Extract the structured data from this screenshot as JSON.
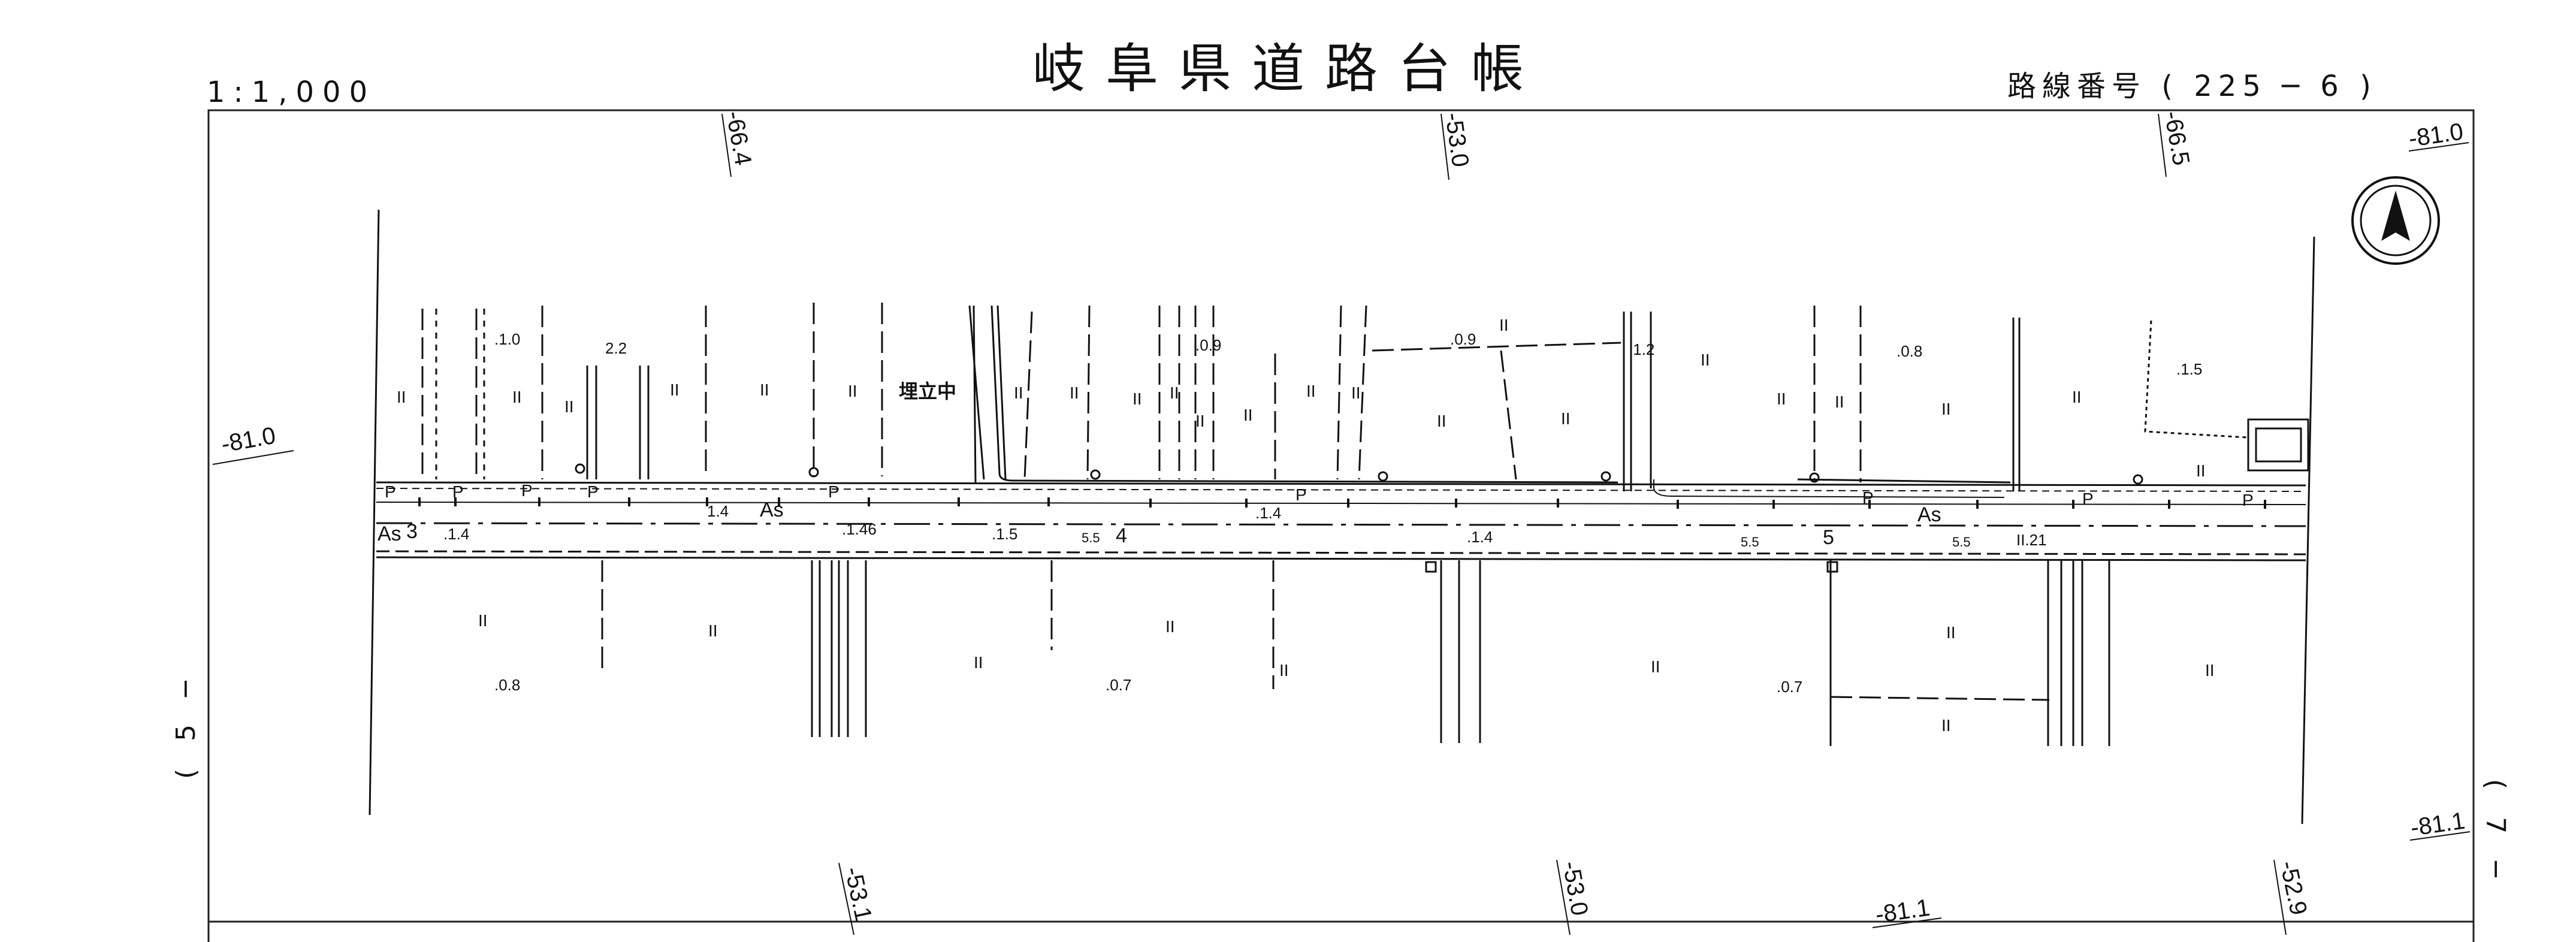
{
  "header": {
    "scale": "1:1,000",
    "title": "岐阜県道路台帳",
    "route_number": "路線番号 ( 225 ─ 6 )"
  },
  "sheet_refs": {
    "left": "( 5 ─",
    "right": "( 7 ─"
  },
  "north_arrow": {
    "icon": "north-arrow-icon"
  },
  "grid_values": {
    "top": [
      "-66.4",
      "-53.0",
      "-66.5",
      "-81.0"
    ],
    "bottom": [
      "-53.1",
      "-53.0",
      "-81.1",
      "-52.9",
      "-81.1"
    ],
    "left": "-81.0"
  },
  "labels": {
    "fill": "埋立中",
    "surface": "As",
    "mark_p": "P",
    "field": "II",
    "road_sections": [
      "3",
      "4",
      "5"
    ]
  },
  "elevations": [
    ".1.0",
    "2.2",
    ".0.9",
    ".0.9",
    ".1.2",
    ".0.8",
    ".1.5",
    ".0.8",
    ".0.7",
    ".0.7"
  ],
  "widths": [
    ".1.4",
    "1.4",
    ".1.46",
    ".1.5",
    "5.5",
    ".1.4",
    ".1.4",
    "5.5",
    "5.5",
    "II.21"
  ]
}
